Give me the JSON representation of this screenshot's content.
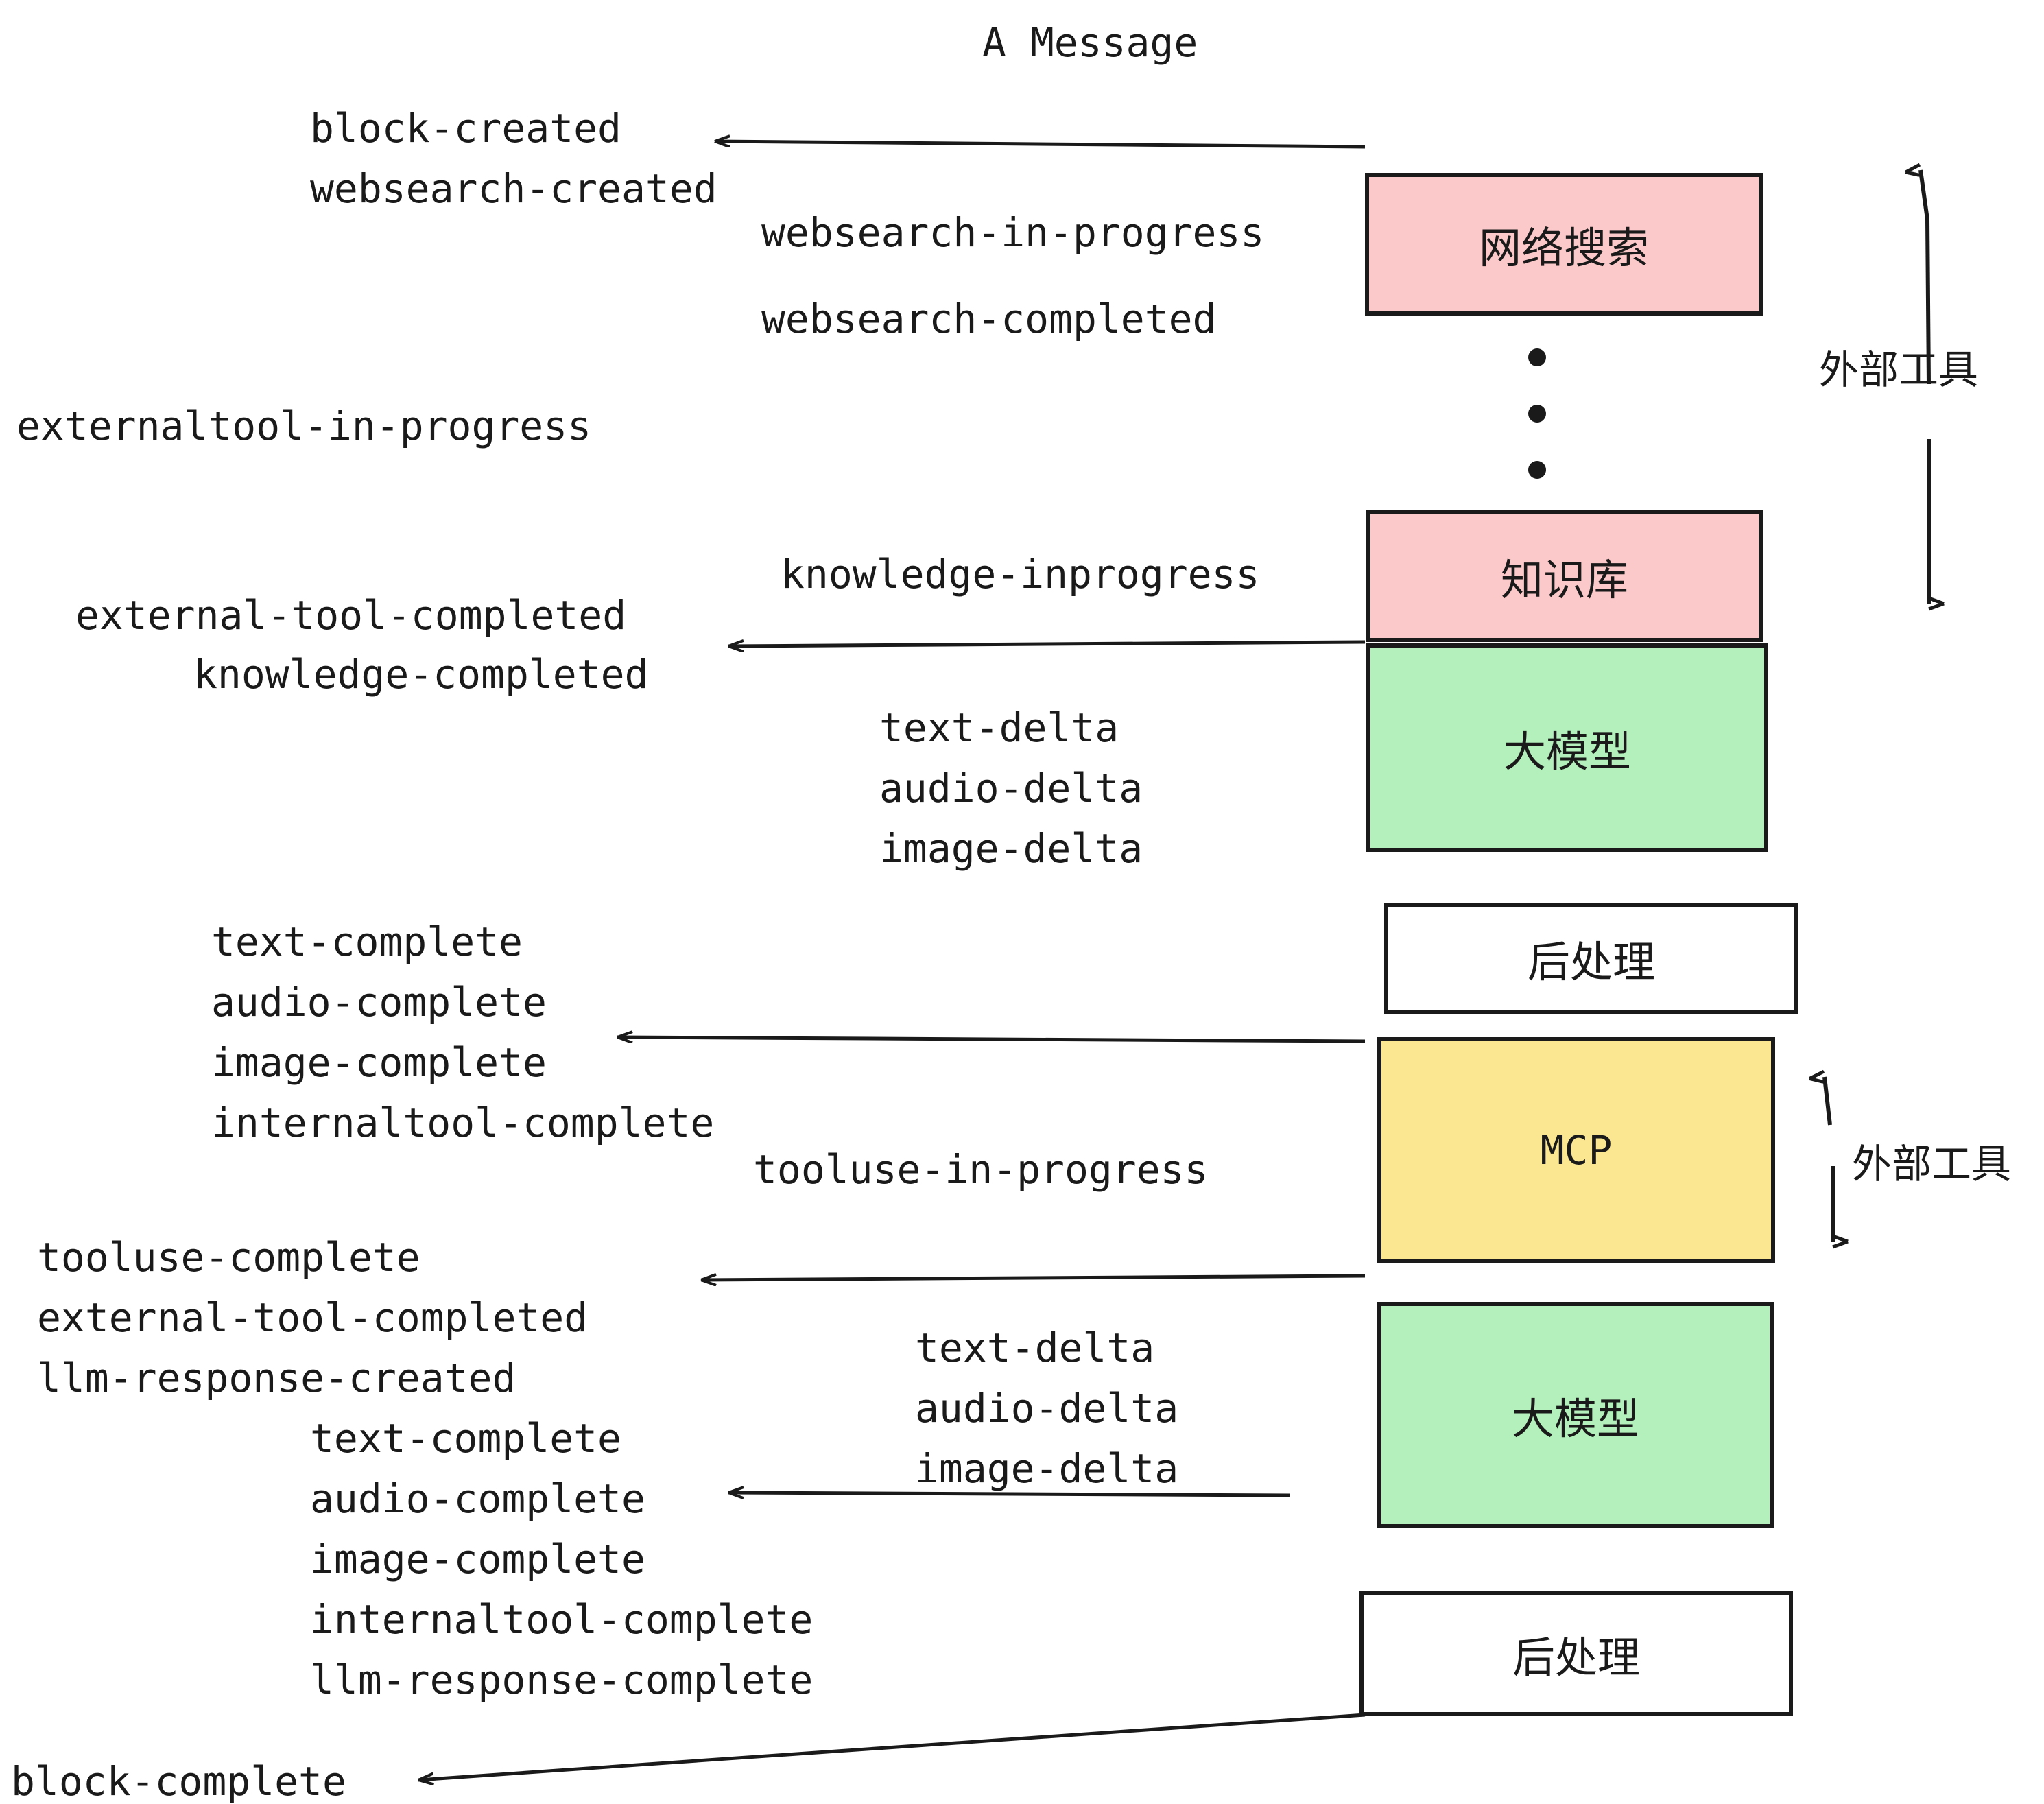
{
  "title": "A Message",
  "colors": {
    "pink": "#fbc9c9",
    "green": "#b3f0bc",
    "yellow": "#fbe791",
    "white": "#ffffff",
    "stroke": "#1a1a1a",
    "text": "#1a1a1a"
  },
  "nodes": [
    {
      "id": "websearch",
      "label": "网络搜索",
      "fill": "#fbc9c9",
      "mono": false
    },
    {
      "id": "knowledge",
      "label": "知识库",
      "fill": "#fbc9c9",
      "mono": false
    },
    {
      "id": "llm-1",
      "label": "大模型",
      "fill": "#b3f0bc",
      "mono": false
    },
    {
      "id": "postprocess-1",
      "label": "后处理",
      "fill": "#ffffff",
      "mono": false
    },
    {
      "id": "mcp",
      "label": "MCP",
      "fill": "#fbe791",
      "mono": true
    },
    {
      "id": "llm-2",
      "label": "大模型",
      "fill": "#b3f0bc",
      "mono": false
    },
    {
      "id": "postprocess-2",
      "label": "后处理",
      "fill": "#ffffff",
      "mono": false
    }
  ],
  "side_labels": [
    {
      "id": "external-tool-top",
      "label": "外部工具"
    },
    {
      "id": "external-tool-bottom",
      "label": "外部工具"
    }
  ],
  "events": [
    {
      "id": "block-created",
      "label": "block-created"
    },
    {
      "id": "websearch-created",
      "label": "websearch-created"
    },
    {
      "id": "websearch-in-progress",
      "label": "websearch-in-progress"
    },
    {
      "id": "websearch-completed",
      "label": "websearch-completed"
    },
    {
      "id": "externaltool-in-progress",
      "label": "externaltool-in-progress"
    },
    {
      "id": "knowledge-inprogress",
      "label": "knowledge-inprogress"
    },
    {
      "id": "external-tool-completed-1",
      "label": "external-tool-completed"
    },
    {
      "id": "knowledge-completed",
      "label": "knowledge-completed"
    },
    {
      "id": "text-delta-1",
      "label": "text-delta"
    },
    {
      "id": "audio-delta-1",
      "label": "audio-delta"
    },
    {
      "id": "image-delta-1",
      "label": "image-delta"
    },
    {
      "id": "text-complete-1",
      "label": "text-complete"
    },
    {
      "id": "audio-complete-1",
      "label": "audio-complete"
    },
    {
      "id": "image-complete-1",
      "label": "image-complete"
    },
    {
      "id": "internaltool-complete-1",
      "label": "internaltool-complete"
    },
    {
      "id": "tooluse-in-progress",
      "label": "tooluse-in-progress"
    },
    {
      "id": "tooluse-complete",
      "label": "tooluse-complete"
    },
    {
      "id": "external-tool-completed-2",
      "label": "external-tool-completed"
    },
    {
      "id": "llm-response-created",
      "label": "llm-response-created"
    },
    {
      "id": "text-delta-2",
      "label": "text-delta"
    },
    {
      "id": "audio-delta-2",
      "label": "audio-delta"
    },
    {
      "id": "image-delta-2",
      "label": "image-delta"
    },
    {
      "id": "text-complete-2",
      "label": "text-complete"
    },
    {
      "id": "audio-complete-2",
      "label": "audio-complete"
    },
    {
      "id": "image-complete-2",
      "label": "image-complete"
    },
    {
      "id": "internaltool-complete-2",
      "label": "internaltool-complete"
    },
    {
      "id": "llm-response-complete",
      "label": "llm-response-complete"
    },
    {
      "id": "block-complete",
      "label": "block-complete"
    }
  ]
}
